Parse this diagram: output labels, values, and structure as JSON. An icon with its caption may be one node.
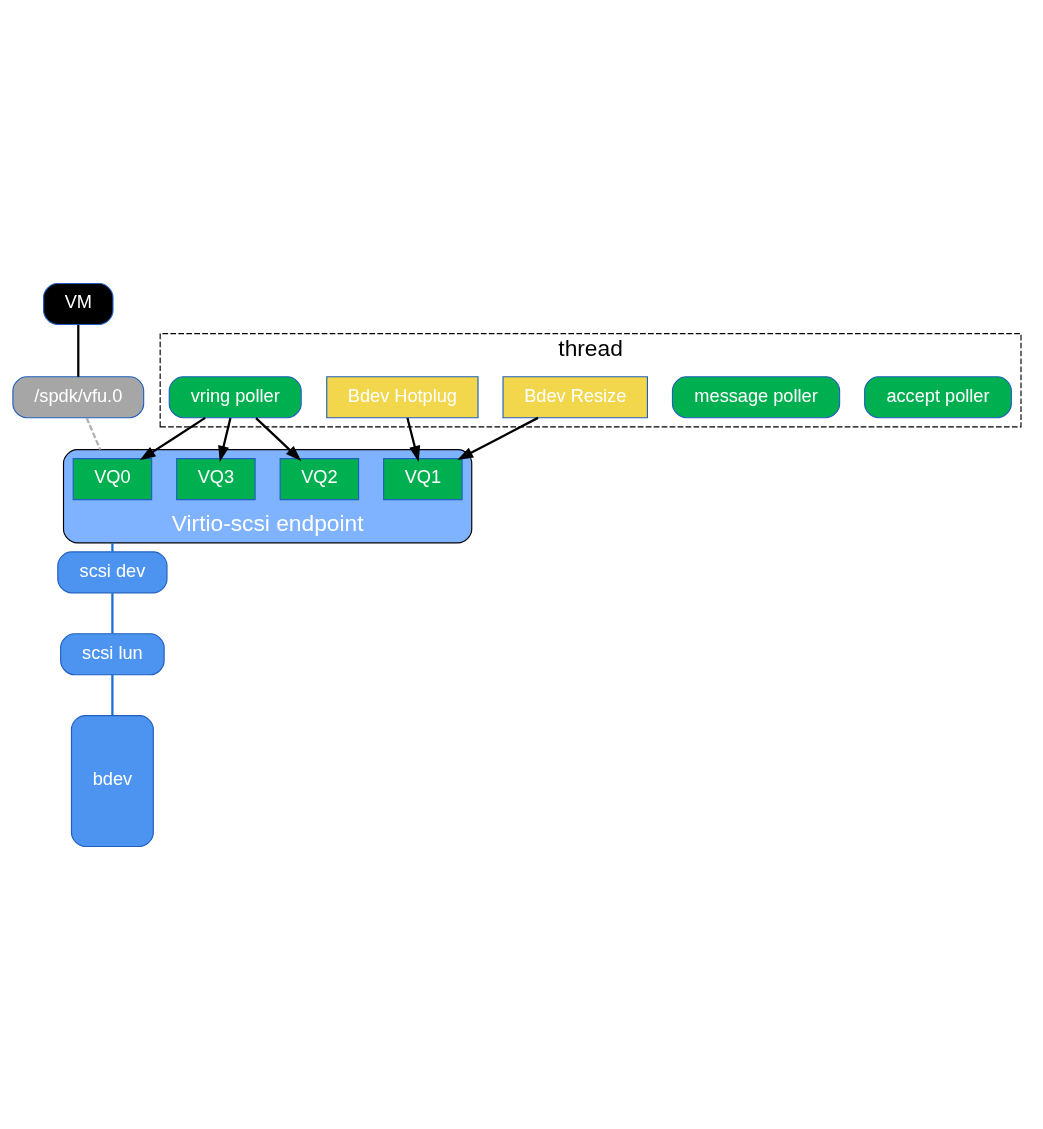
{
  "diagram": {
    "nodes": [
      {
        "text": [
          "VM"
        ]
      },
      {
        "text": [
          "/spdk/vfu.0"
        ]
      },
      {
        "text": [
          "Virtio-scsi endpoint"
        ]
      },
      {
        "text": [
          "VQ0"
        ],
        "in": 2
      },
      {
        "text": [
          "VQ2"
        ],
        "in": 2
      },
      {
        "text": [
          "VQ3"
        ],
        "in": 2
      },
      {
        "text": [
          "VQ1"
        ],
        "in": 2
      },
      {
        "text": [
          "scsi dev"
        ]
      },
      {
        "text": [
          "scsi lun"
        ]
      },
      {
        "text": [
          "bdev"
        ]
      },
      {
        "text": [
          "thread"
        ]
      },
      {
        "text": [
          "accept poller"
        ],
        "in": 10
      },
      {
        "text": [
          "message poller"
        ],
        "in": 10
      },
      {
        "text": [
          "vring poller"
        ],
        "in": 10
      },
      {
        "text": [
          "Bdev Hotplug"
        ],
        "in": 10
      },
      {
        "text": [
          "Bdev Resize"
        ],
        "in": 10
      }
    ],
    "edges": [
      {
        "from": 0,
        "to": 1,
        "arrow": "none"
      },
      {
        "from": 1,
        "to": 2,
        "arrow": "none",
        "style": "dashed",
        "color": "#b0b0b0"
      },
      {
        "from": 2,
        "to": 7,
        "arrow": "none",
        "color": "#1a6fd6"
      },
      {
        "from": 7,
        "to": 8,
        "arrow": "none",
        "color": "#1a6fd6"
      },
      {
        "from": 8,
        "to": 9,
        "arrow": "none",
        "color": "#1a6fd6"
      },
      {
        "from": 13,
        "to": 3,
        "arrow": "to"
      },
      {
        "from": 13,
        "to": 4,
        "arrow": "to"
      },
      {
        "from": 13,
        "to": 5,
        "arrow": "to"
      },
      {
        "from": 14,
        "to": 6,
        "arrow": "to"
      },
      {
        "from": 15,
        "to": 6,
        "arrow": "to"
      }
    ]
  }
}
